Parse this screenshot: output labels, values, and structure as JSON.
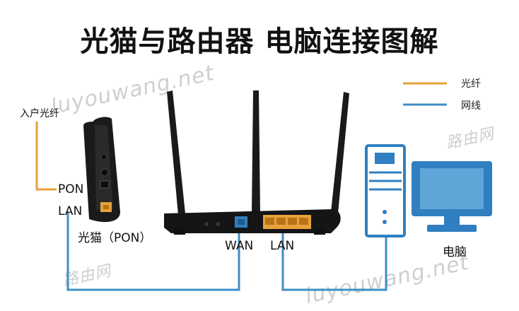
{
  "title": "光猫与路由器 电脑连接图解",
  "legend": {
    "fiber_label": "光纤",
    "cable_label": "网线",
    "fiber_color": "#e8a13a",
    "cable_color": "#3d8fc7"
  },
  "labels": {
    "fiber_in": "入户光纤",
    "pon": "PON",
    "lan_modem": "LAN",
    "modem_name": "光猫（PON）",
    "wan": "WAN",
    "lan_router": "LAN",
    "pc": "电脑"
  },
  "watermarks": {
    "site_top": "luyouwang.net",
    "site_bottom": "luyouwang.net",
    "brand": "路由网"
  }
}
